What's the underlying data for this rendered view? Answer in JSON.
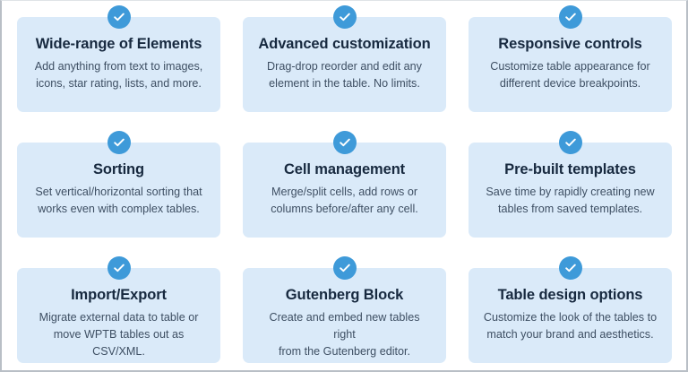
{
  "page": {
    "background_color": "#ffffff",
    "border_color": "#b9bfc6",
    "card_background": "#daeaf9",
    "badge_color": "#3e9ad9",
    "title_color": "#17293f",
    "text_color": "#3e4f63"
  },
  "features": [
    {
      "badge_icon": "check-circle-icon",
      "title": "Wide-range of Elements",
      "desc_lines": [
        "Add anything from text to images,",
        "icons, star rating, lists, and more."
      ],
      "description": "Add anything from text to images, icons, star rating, lists, and more."
    },
    {
      "badge_icon": "check-circle-icon",
      "title": "Advanced customization",
      "desc_lines": [
        "Drag-drop reorder and edit any",
        "element in the table. No limits."
      ],
      "description": "Drag-drop reorder and edit any element in the table. No limits."
    },
    {
      "badge_icon": "check-circle-icon",
      "title": "Responsive controls",
      "desc_lines": [
        "Customize table appearance for",
        "different device breakpoints."
      ],
      "description": "Customize table appearance for different device breakpoints."
    },
    {
      "badge_icon": "check-circle-icon",
      "title": "Sorting",
      "desc_lines": [
        "Set vertical/horizontal sorting that",
        "works even with complex tables."
      ],
      "description": "Set vertical/horizontal sorting that works even with complex tables."
    },
    {
      "badge_icon": "check-circle-icon",
      "title": "Cell management",
      "desc_lines": [
        "Merge/split cells, add rows or",
        "columns before/after any cell."
      ],
      "description": "Merge/split cells, add rows or columns before/after any cell."
    },
    {
      "badge_icon": "check-circle-icon",
      "title": "Pre-built templates",
      "desc_lines": [
        "Save time by rapidly creating new",
        "tables from saved templates."
      ],
      "description": "Save time by rapidly creating new tables from saved templates."
    },
    {
      "badge_icon": "check-circle-icon",
      "title": "Import/Export",
      "desc_lines": [
        "Migrate external data to table or",
        "move WPTB tables out as CSV/XML."
      ],
      "description": "Migrate external data to table or move WPTB tables out as CSV/XML."
    },
    {
      "badge_icon": "check-circle-icon",
      "title": "Gutenberg Block",
      "desc_lines": [
        "Create and embed new tables right",
        "from the Gutenberg editor."
      ],
      "description": "Create and embed new tables right from the Gutenberg editor."
    },
    {
      "badge_icon": "check-circle-icon",
      "title": "Table design options",
      "desc_lines": [
        "Customize the look of the tables to",
        "match your brand and aesthetics."
      ],
      "description": "Customize the look of the tables to match your brand and aesthetics."
    }
  ]
}
